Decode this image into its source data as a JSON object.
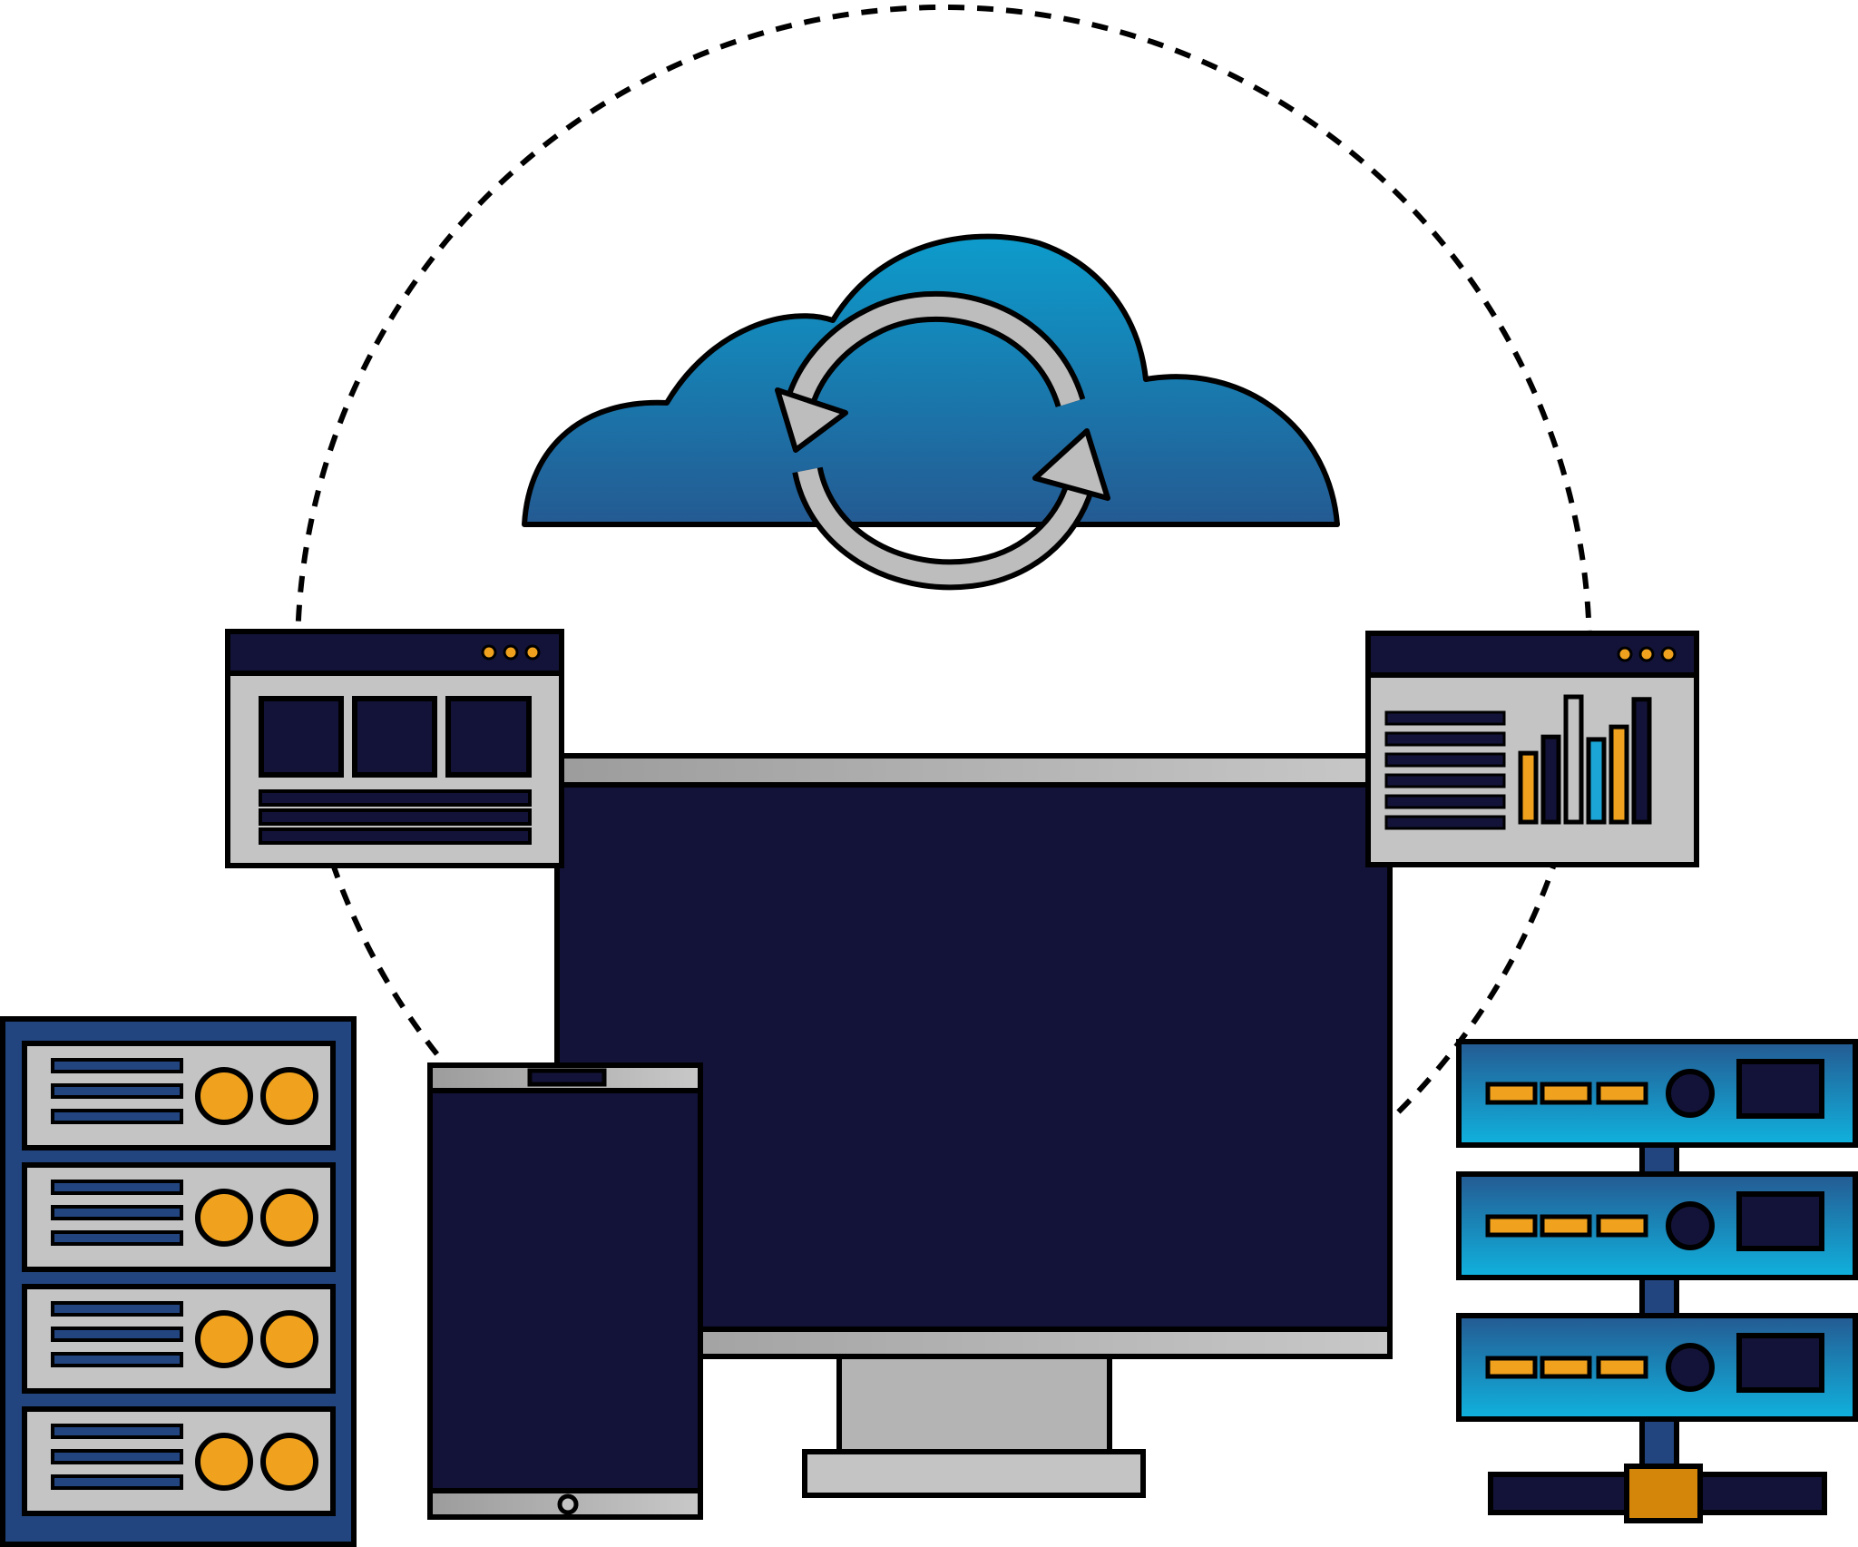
{
  "colors": {
    "outline": "#000000",
    "navy": "#13133a",
    "gray_light": "#c4c4c4",
    "gray_mid": "#a8a8a8",
    "orange": "#f0a21e",
    "orange_dark": "#d4860a",
    "cyan": "#1aa5d6",
    "blue_dark": "#1f4f8c",
    "cloud_top": "#0d9ccc",
    "cloud_bottom": "#245a92",
    "rack_blue": "#22457f"
  },
  "icons": {
    "cloud": "cloud-icon",
    "sync": "sync-arrows-icon",
    "monitor": "monitor-icon",
    "tablet": "tablet-icon",
    "browser_left": "browser-window-grid-icon",
    "browser_right": "browser-window-chart-icon",
    "server_left": "server-rack-icon",
    "server_right": "network-server-icon"
  },
  "chart_bars": [
    0.55,
    0.68,
    1.0,
    0.66,
    0.76,
    0.98
  ],
  "chart_bar_colors": [
    "orange",
    "navy",
    "gray",
    "cyan",
    "orange",
    "navy"
  ]
}
